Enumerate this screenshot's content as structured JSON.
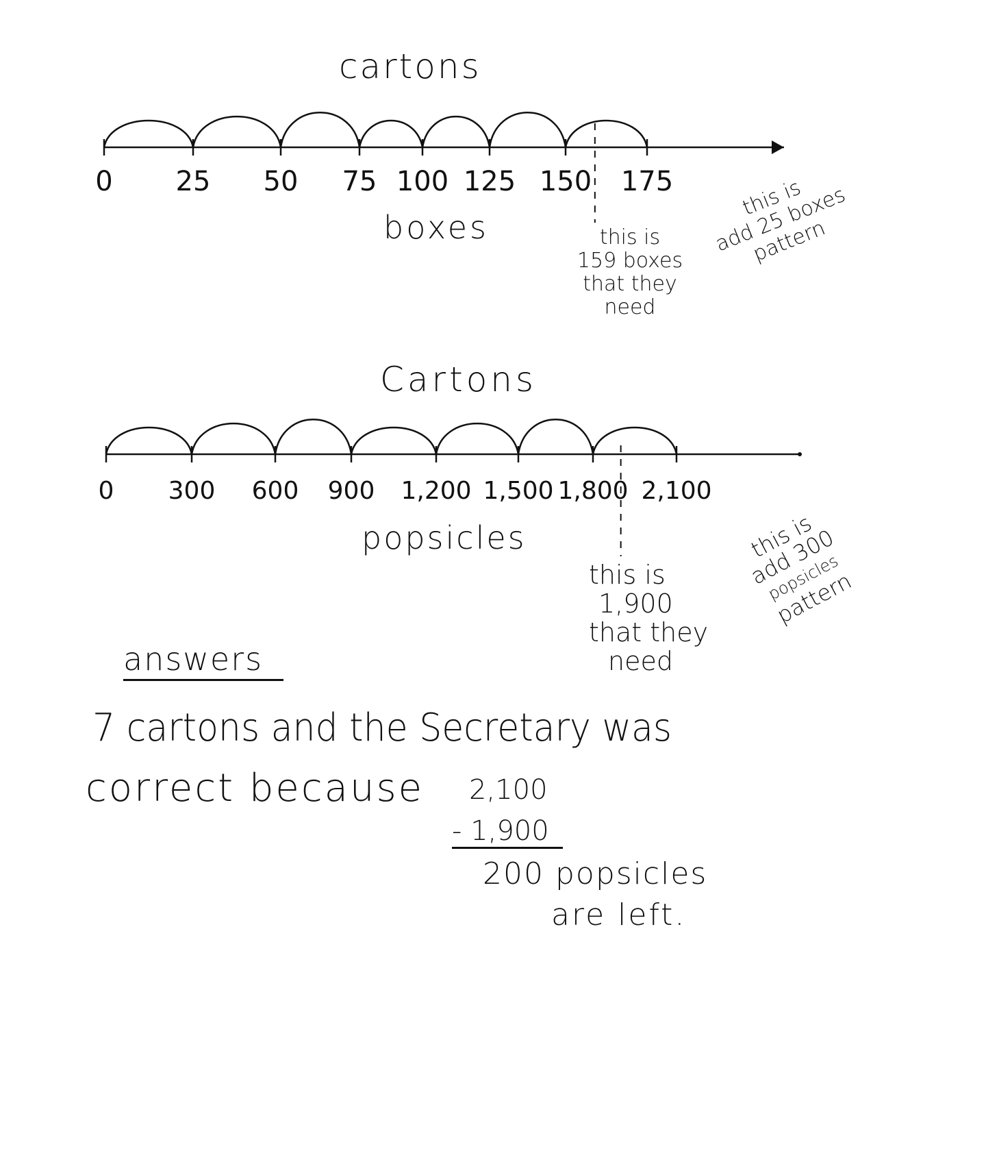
{
  "number_line_1": {
    "title": "cartons",
    "axis_label": "boxes",
    "ticks": [
      "0",
      "25",
      "50",
      "75",
      "100",
      "125",
      "150",
      "175"
    ],
    "tick_values": [
      0,
      25,
      50,
      75,
      100,
      125,
      150,
      175
    ],
    "marker_value": 159,
    "marker_note": [
      "this is",
      "159 boxes",
      "that they",
      "need"
    ],
    "pattern_note": [
      "this is",
      "add 25 boxes",
      "pattern"
    ]
  },
  "number_line_2": {
    "title": "Cartons",
    "axis_label": "popsicles",
    "ticks": [
      "0",
      "300",
      "600",
      "900",
      "1,200",
      "1,500",
      "1,800",
      "2,100"
    ],
    "tick_values": [
      0,
      300,
      600,
      900,
      1200,
      1500,
      1800,
      2100
    ],
    "marker_value": 1900,
    "marker_note": [
      "this is",
      "1,900",
      "that they",
      "need"
    ],
    "pattern_note": [
      "this is",
      "add 300",
      "popsicles",
      "pattern"
    ]
  },
  "answers": {
    "heading": "answers",
    "line1": "7 cartons and the Secretary was",
    "line2": "correct because",
    "subtraction": {
      "top": "2,100",
      "minus": "- 1,900",
      "result": "200 popsicles",
      "result2": "are left."
    }
  },
  "colors": {
    "ink": "#111111",
    "paper": "#ffffff"
  }
}
